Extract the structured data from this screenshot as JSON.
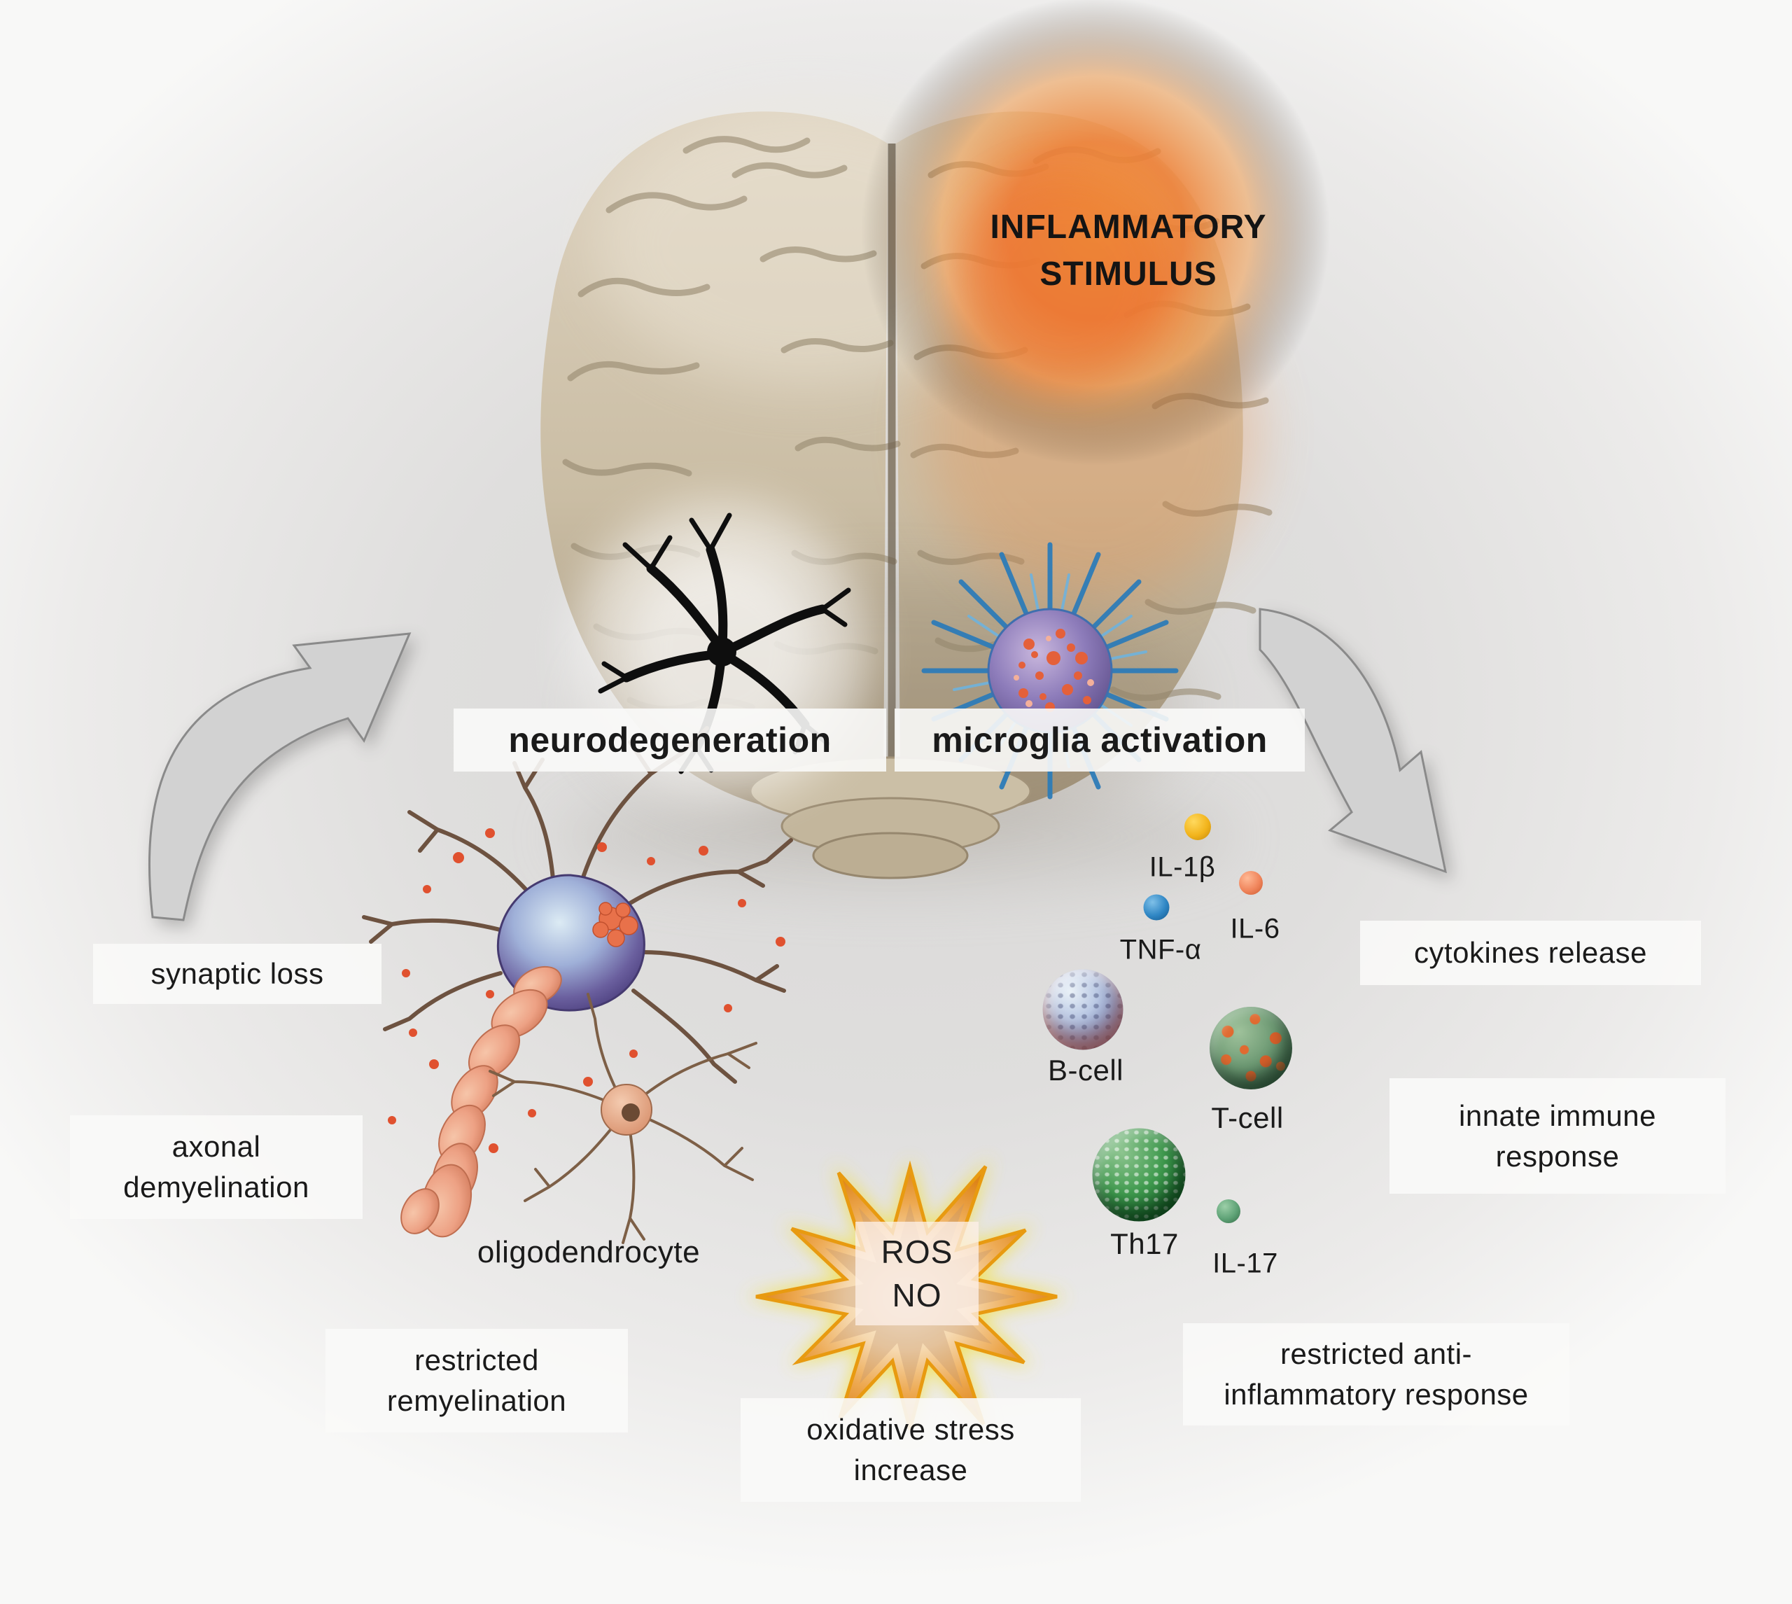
{
  "brain": {
    "stimulus": "INFLAMMATORY\nSTIMULUS",
    "left_process": "neurodegeneration",
    "right_process": "microglia activation"
  },
  "neurodegeneration": {
    "synaptic_loss": "synaptic loss",
    "axonal_demyelination": "axonal\ndemyelination",
    "oligodendrocyte": "oligodendrocyte",
    "restricted_remyelination": "restricted\nremyelination"
  },
  "oxidative_stress": {
    "ros": "ROS",
    "no": "NO",
    "caption": "oxidative stress\nincrease"
  },
  "microglia": {
    "cytokines_release": "cytokines release",
    "innate_immune_response": "innate immune\nresponse",
    "restricted_anti_inflammatory_response": "restricted anti-\ninflammatory response",
    "cytokines": {
      "il1b": {
        "label": "IL-1β",
        "color": "#f2b41c"
      },
      "il6": {
        "label": "IL-6",
        "color": "#f0855c"
      },
      "tnfa": {
        "label": "TNF-α",
        "color": "#2f86c4"
      },
      "il17": {
        "label": "IL-17",
        "color": "#5ea276"
      }
    },
    "cells": {
      "bcell": {
        "label": "B-cell",
        "color": "#7f92c2"
      },
      "tcell": {
        "label": "T-cell",
        "color": "#6e9a74"
      },
      "th17": {
        "label": "Th17",
        "color": "#3f9a4e"
      }
    }
  },
  "colors": {
    "background": "#e0dfde",
    "label_bar": "#f5f5f4",
    "text": "#1a1a1a",
    "glow_orange": "#f08033",
    "brain_beige": "#cfc3ad",
    "arrow_gray": "#d2d2d2",
    "starburst_yellow": "#f2e14a",
    "starburst_orange": "#e89a10"
  }
}
